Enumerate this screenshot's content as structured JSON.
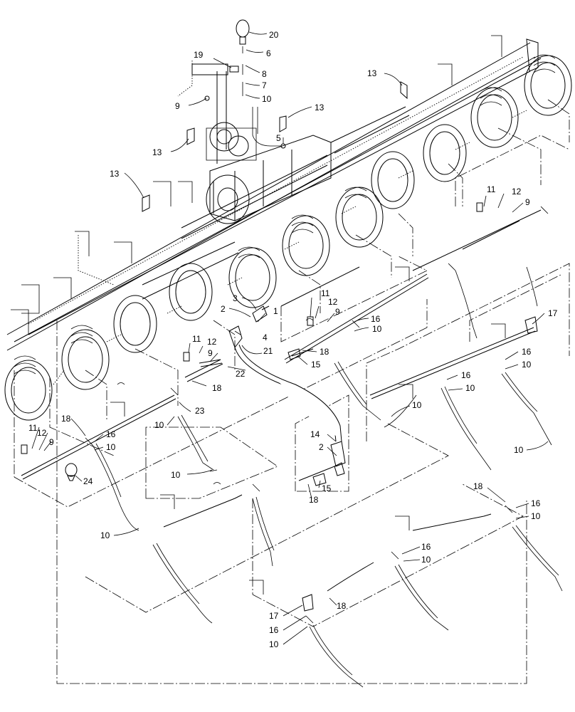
{
  "callouts": [
    {
      "id": "c20",
      "text": "20"
    },
    {
      "id": "c6",
      "text": "6"
    },
    {
      "id": "c19",
      "text": "19"
    },
    {
      "id": "c8",
      "text": "8"
    },
    {
      "id": "c7",
      "text": "7"
    },
    {
      "id": "c10a",
      "text": "10"
    },
    {
      "id": "c9a",
      "text": "9"
    },
    {
      "id": "c13a",
      "text": "13"
    },
    {
      "id": "c13b",
      "text": "13"
    },
    {
      "id": "c5",
      "text": "5"
    },
    {
      "id": "c13c",
      "text": "13"
    },
    {
      "id": "c13d",
      "text": "13"
    },
    {
      "id": "c11a",
      "text": "11"
    },
    {
      "id": "c12a",
      "text": "12"
    },
    {
      "id": "c9b",
      "text": "9"
    },
    {
      "id": "c3",
      "text": "3"
    },
    {
      "id": "c2a",
      "text": "2"
    },
    {
      "id": "c1",
      "text": "1"
    },
    {
      "id": "c4",
      "text": "4"
    },
    {
      "id": "c11b",
      "text": "11"
    },
    {
      "id": "c12b",
      "text": "12"
    },
    {
      "id": "c9c",
      "text": "9"
    },
    {
      "id": "c16a",
      "text": "16"
    },
    {
      "id": "c10b",
      "text": "10"
    },
    {
      "id": "c17a",
      "text": "17"
    },
    {
      "id": "c11c",
      "text": "11"
    },
    {
      "id": "c12c",
      "text": "12"
    },
    {
      "id": "c9d",
      "text": "9"
    },
    {
      "id": "c21",
      "text": "21"
    },
    {
      "id": "c18a",
      "text": "18"
    },
    {
      "id": "c15a",
      "text": "15"
    },
    {
      "id": "c22",
      "text": "22"
    },
    {
      "id": "c18b",
      "text": "18"
    },
    {
      "id": "c16b",
      "text": "16"
    },
    {
      "id": "c10c",
      "text": "10"
    },
    {
      "id": "c16c",
      "text": "16"
    },
    {
      "id": "c10d",
      "text": "10"
    },
    {
      "id": "c10e",
      "text": "10"
    },
    {
      "id": "c23",
      "text": "23"
    },
    {
      "id": "c10f",
      "text": "10"
    },
    {
      "id": "c18c",
      "text": "18"
    },
    {
      "id": "c11d",
      "text": "11"
    },
    {
      "id": "c12d",
      "text": "12"
    },
    {
      "id": "c9e",
      "text": "9"
    },
    {
      "id": "c16d",
      "text": "16"
    },
    {
      "id": "c10g",
      "text": "10"
    },
    {
      "id": "c24",
      "text": "24"
    },
    {
      "id": "c14",
      "text": "14"
    },
    {
      "id": "c2b",
      "text": "2"
    },
    {
      "id": "c10h",
      "text": "10"
    },
    {
      "id": "c10i",
      "text": "10"
    },
    {
      "id": "c15b",
      "text": "15"
    },
    {
      "id": "c18d",
      "text": "18"
    },
    {
      "id": "c10j",
      "text": "10"
    },
    {
      "id": "c18e",
      "text": "18"
    },
    {
      "id": "c16e",
      "text": "16"
    },
    {
      "id": "c10k",
      "text": "10"
    },
    {
      "id": "c16f",
      "text": "16"
    },
    {
      "id": "c10l",
      "text": "10"
    },
    {
      "id": "c18f",
      "text": "18"
    },
    {
      "id": "c17b",
      "text": "17"
    },
    {
      "id": "c16g",
      "text": "16"
    },
    {
      "id": "c10m",
      "text": "10"
    }
  ]
}
